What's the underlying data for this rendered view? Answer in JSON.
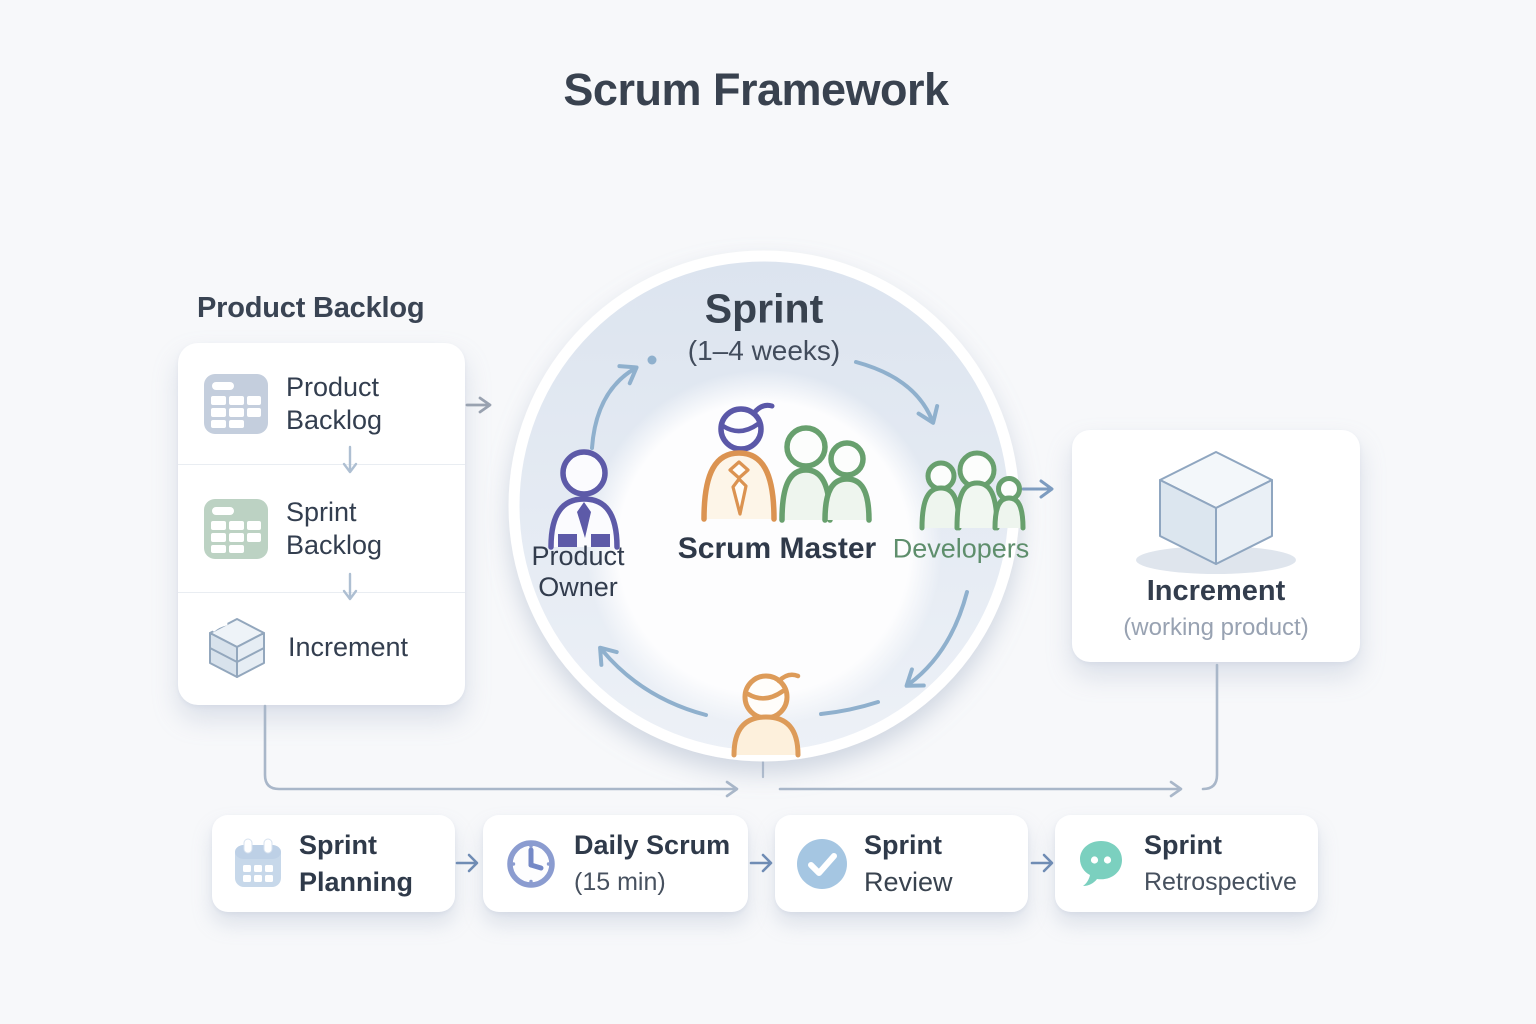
{
  "title": "Scrum Framework",
  "left_panel": {
    "heading": "Product Backlog",
    "items": [
      {
        "line1": "Product",
        "line2": "Backlog",
        "icon": "table-grid-blue-icon"
      },
      {
        "line1": "Sprint",
        "line2": "Backlog",
        "icon": "table-grid-green-icon"
      },
      {
        "line1": "Increment",
        "line2": "",
        "icon": "stacked-cube-icon"
      }
    ]
  },
  "sprint_circle": {
    "title": "Sprint",
    "subtitle": "(1–4 weeks)",
    "roles": {
      "product_owner_line1": "Product",
      "product_owner_line2": "Owner",
      "scrum_master": "Scrum Master",
      "developers": "Developers"
    }
  },
  "increment_card": {
    "title": "Increment",
    "subtitle": "(working product)",
    "icon": "cube-3d-icon"
  },
  "events": [
    {
      "icon": "calendar-icon",
      "line1": "Sprint",
      "line1_suffix": "",
      "line2": "Planning"
    },
    {
      "icon": "clock-icon",
      "line1": "Daily",
      "line1_suffix": " Scrum",
      "line2": "(15 min)"
    },
    {
      "icon": "check-circle-icon",
      "line1": "Sprint",
      "line1_suffix": "",
      "line2": "Review"
    },
    {
      "icon": "chat-bubble-icon",
      "line1": "Sprint",
      "line1_suffix": "",
      "line2": "Retrospective"
    }
  ],
  "colors": {
    "background": "#f7f8fa",
    "heading_text": "#39424f",
    "role_purple": "#5d5aa8",
    "role_orange": "#dd9a55",
    "role_green": "#68a06e",
    "developers_text_green": "#5e8e6c",
    "cycle_arrow_blue": "#8fb0cd",
    "connector_gray": "#a9b7c9",
    "retro_teal": "#7bd0bf",
    "review_blue": "#a5c6e2",
    "clock_periwinkle": "#8b9cd0",
    "calendar_blue": "#c7d8ea"
  }
}
